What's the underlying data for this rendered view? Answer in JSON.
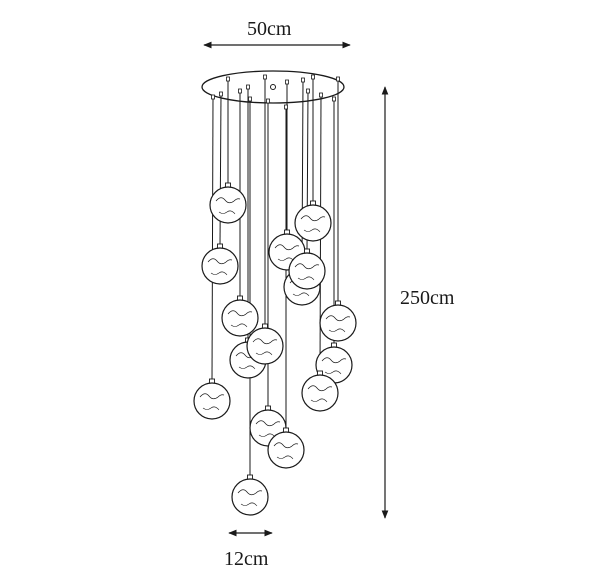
{
  "dimensions": {
    "canopy_width": "50cm",
    "total_height": "250cm",
    "globe_diameter": "12cm"
  },
  "colors": {
    "line": "#1a1a1a",
    "background": "#ffffff"
  }
}
